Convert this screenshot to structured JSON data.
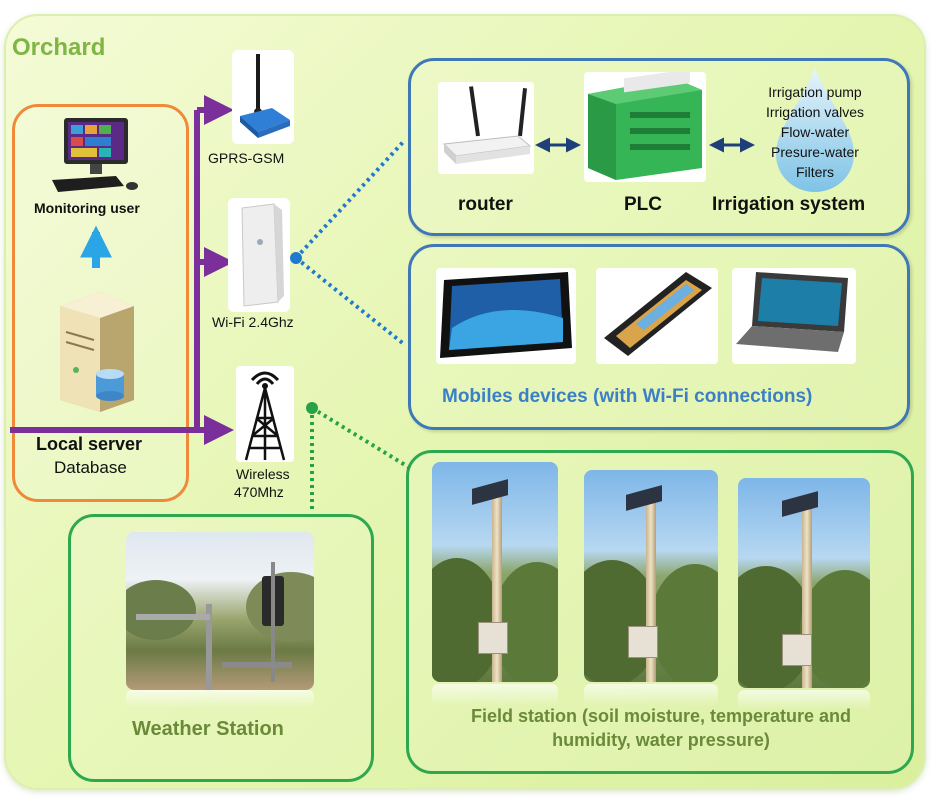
{
  "orchard": {
    "title": "Orchard"
  },
  "local": {
    "monitoring_label": "Monitoring user",
    "server_label": "Local server",
    "database_label": "Database"
  },
  "links": {
    "gprs_label": "GPRS-GSM",
    "wifi_label": "Wi-Fi 2.4Ghz",
    "wireless_line1": "Wireless",
    "wireless_line2": "470Mhz"
  },
  "irrigation": {
    "router_label": "router",
    "plc_label": "PLC",
    "system_label": "Irrigation system",
    "components": [
      "Irrigation pump",
      "Irrigation valves",
      "Flow-water",
      "Presure-water",
      "Filters"
    ]
  },
  "mobiles": {
    "label": "Mobiles devices (with Wi-Fi connections)"
  },
  "weather": {
    "label": "Weather Station"
  },
  "field": {
    "label_line1": "Field station (soil moisture, temperature and",
    "label_line2": "humidity, water pressure)"
  },
  "colors": {
    "orange": "#ef8a3a",
    "blue": "#3f78b6",
    "green": "#2ea84f",
    "purple": "#7a2f9a",
    "dot_blue": "#1f79cf",
    "dot_green": "#27a347",
    "title_green": "#7fb545",
    "text_green": "#6a8a3a",
    "text_blue": "#3b80c7"
  }
}
